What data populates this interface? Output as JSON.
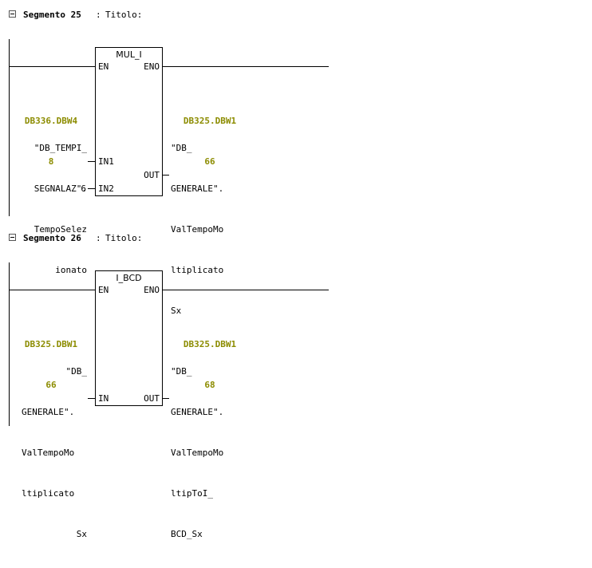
{
  "segments": [
    {
      "label": "Segmento 25",
      "colon": ":",
      "title": "Titolo:",
      "block": {
        "name": "MUL_I",
        "pins": {
          "en": "EN",
          "eno": "ENO",
          "in1": "IN1",
          "in2": "IN2",
          "out": "OUT"
        }
      },
      "in1": {
        "address_lines": [
          "DB336.DBW4",
          "8"
        ],
        "symbol_lines": [
          "\"DB_TEMPI_",
          "SEGNALAZ\".",
          "TempoSelez",
          "ionato"
        ]
      },
      "in2": {
        "value": "6"
      },
      "out": {
        "address_lines": [
          "DB325.DBW1",
          "66"
        ],
        "symbol_lines": [
          "\"DB_",
          "GENERALE\".",
          "ValTempoMo",
          "ltiplicato",
          "Sx"
        ]
      }
    },
    {
      "label": "Segmento 26",
      "colon": ":",
      "title": "Titolo:",
      "block": {
        "name": "I_BCD",
        "pins": {
          "en": "EN",
          "eno": "ENO",
          "in": "IN",
          "out": "OUT"
        }
      },
      "in": {
        "address_lines": [
          "DB325.DBW1",
          "66"
        ],
        "symbol_lines": [
          "\"DB_",
          "GENERALE\".",
          "ValTempoMo",
          "ltiplicato",
          "Sx"
        ]
      },
      "out": {
        "address_lines": [
          "DB325.DBW1",
          "68"
        ],
        "symbol_lines": [
          "\"DB_",
          "GENERALE\".",
          "ValTempoMo",
          "ltipToI_",
          "BCD_Sx"
        ]
      }
    }
  ],
  "colors": {
    "address": "#8c8c00",
    "line": "#000000",
    "background": "#ffffff"
  }
}
